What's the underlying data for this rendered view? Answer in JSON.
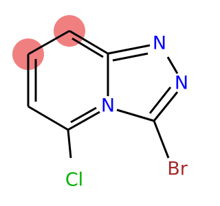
{
  "molecule": {
    "atoms": {
      "n1": {
        "label": "N",
        "color": "#0000ff"
      },
      "n2": {
        "label": "N",
        "color": "#0000ff"
      },
      "n4": {
        "label": "N",
        "color": "#0000ff"
      },
      "br": {
        "label": "Br",
        "color": "#a52a2a"
      },
      "cl": {
        "label": "Cl",
        "color": "#00b000"
      }
    },
    "highlight_color": "#f08080"
  }
}
